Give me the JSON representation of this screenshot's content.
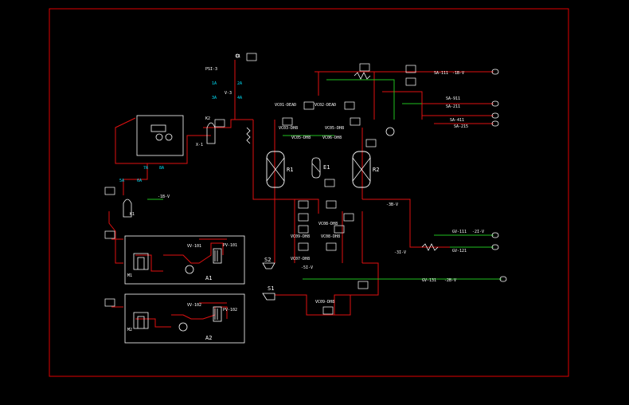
{
  "colors": {
    "background": "#000000",
    "frame": "#e00000",
    "pipe_red": "#e01010",
    "pipe_green": "#20c020",
    "symbol_white": "#ffffff",
    "tag_cyan": "#00e5ff",
    "tag_blue": "#00a0ff"
  },
  "labels": {
    "t_top_instr": "I1",
    "t_d1": "PSI-3",
    "t_d2": "V-3",
    "t_d3": "X-1",
    "t_line1": "SA-111",
    "t_line1b": "-1B-V",
    "t_line2": "SA-911",
    "t_line3": "SA-211",
    "t_line4": "SA-411",
    "t_line5": "SA-215",
    "t_v1": "VC01-DEAD",
    "t_v2": "VC02-DEAD",
    "t_v3": "VC03-DH8",
    "t_v4": "VC05-DH8",
    "t_v5": "VC05-DH8",
    "t_v6": "VC06-DH8",
    "t_v7": "VC08-DH8",
    "t_v8": "VC09-DH8",
    "t_v9": "VC08-DH8",
    "t_v10": "VC07-DH8",
    "t_v11": "VC09-DH8",
    "t_r1": "R1",
    "t_r2": "R2",
    "t_e1": "E1",
    "t_s1": "S1",
    "t_s2": "S2",
    "t_a1": "A1",
    "t_a2": "A2",
    "t_k1": "K1",
    "t_k2": "K2",
    "t_p1": "PV-101",
    "t_p2": "PV-102",
    "t_w1": "VV-101",
    "t_w2": "VV-102",
    "t_g1": "GV-111",
    "t_g2": "GV-121",
    "t_g3": "GV-131",
    "t_m1": "M1",
    "t_m2": "M2",
    "t_tag1": "-5I-V",
    "t_tag2": "-3I-V",
    "t_tag3": "-2I-V",
    "t_tag4": "-1B-V",
    "t_tag5": "-3B-V",
    "t_tag6": "-2B-V",
    "t_c1": "1A",
    "t_c2": "2A",
    "t_c3": "3A",
    "t_c4": "4A",
    "t_c5": "5A",
    "t_c6": "6A",
    "t_c7": "7A",
    "t_c8": "8A"
  }
}
